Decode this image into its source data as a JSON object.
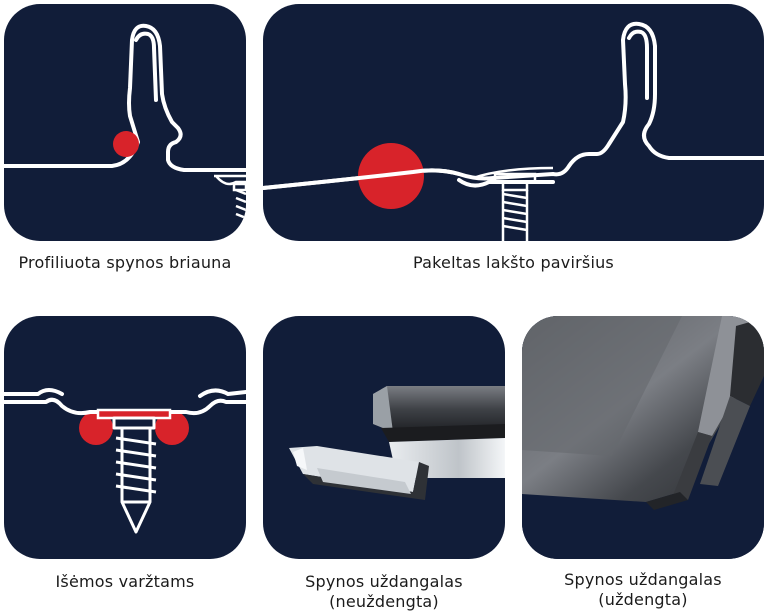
{
  "panels": [
    {
      "caption_lines": [
        "Profiliuota spynos briauna"
      ]
    },
    {
      "caption_lines": [
        "Pakeltas lakšto paviršius"
      ]
    },
    {
      "caption_lines": [
        "Išėmos varžtams"
      ]
    },
    {
      "caption_lines": [
        "Spynos uždangalas",
        "(neuždengta)"
      ]
    },
    {
      "caption_lines": [
        "Spynos uždangalas",
        "(uždengta)"
      ]
    }
  ],
  "colors": {
    "tile_background": "#111d39",
    "line": "#ffffff",
    "highlight": "#d8232a",
    "caption_text": "#1b1b1b"
  }
}
